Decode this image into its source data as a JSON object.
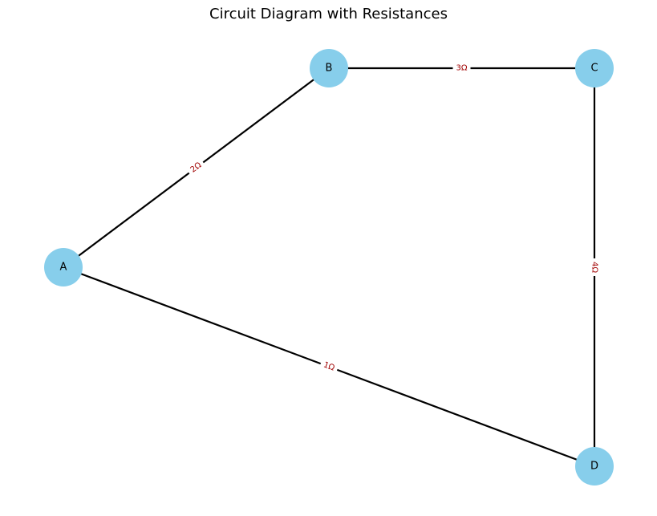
{
  "diagram": {
    "title": "Circuit Diagram with Resistances",
    "node_color": "#87ceeb",
    "edge_color": "#000000",
    "edge_label_color": "#a00000",
    "nodes": [
      {
        "id": "A",
        "label": "A"
      },
      {
        "id": "B",
        "label": "B"
      },
      {
        "id": "C",
        "label": "C"
      },
      {
        "id": "D",
        "label": "D"
      }
    ],
    "edges": [
      {
        "from": "A",
        "to": "B",
        "label": "2Ω"
      },
      {
        "from": "B",
        "to": "C",
        "label": "3Ω"
      },
      {
        "from": "C",
        "to": "D",
        "label": "4Ω"
      },
      {
        "from": "A",
        "to": "D",
        "label": "1Ω"
      }
    ]
  }
}
